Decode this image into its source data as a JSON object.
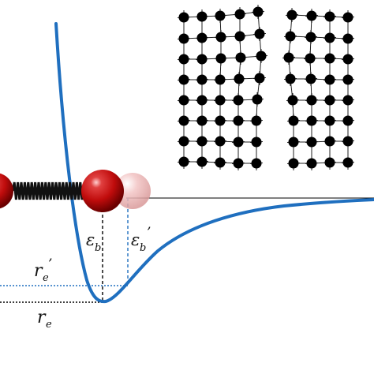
{
  "labels": {
    "epsilon_b": {
      "symbol": "ε",
      "subscript": "b",
      "prime": ""
    },
    "epsilon_b_prime": {
      "symbol": "ε",
      "subscript": "b",
      "prime": "’"
    },
    "r_e_prime": {
      "symbol": "r",
      "subscript": "e",
      "prime": "’"
    },
    "r_e": {
      "symbol": "r",
      "subscript": "e",
      "prime": ""
    }
  },
  "colors": {
    "potential_curve": "#1f6fbf",
    "dotted_blue": "#1f6fbf",
    "dotted_black": "#000000",
    "atom_red": "#c81010",
    "atom_ghost": "#e9a7a7",
    "lattice_atom": "#000000"
  },
  "lattice": {
    "left_block": {
      "rows": 8,
      "cols": 5
    },
    "right_block": {
      "rows": 8,
      "cols": 4
    }
  }
}
